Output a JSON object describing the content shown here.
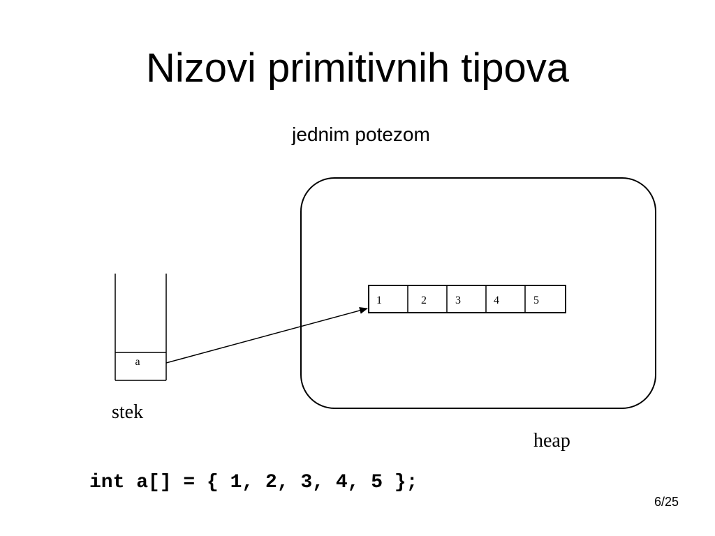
{
  "slide": {
    "title": "Nizovi primitivnih tipova",
    "subtitle": "jednim potezom",
    "page_number": "6/25"
  },
  "diagram": {
    "stack_label": "stek",
    "stack_variable": "a",
    "heap_label": "heap",
    "array_values": [
      "1",
      "2",
      "3",
      "4",
      "5"
    ]
  },
  "code": {
    "line": "int a[] = { 1, 2, 3, 4, 5 };"
  }
}
